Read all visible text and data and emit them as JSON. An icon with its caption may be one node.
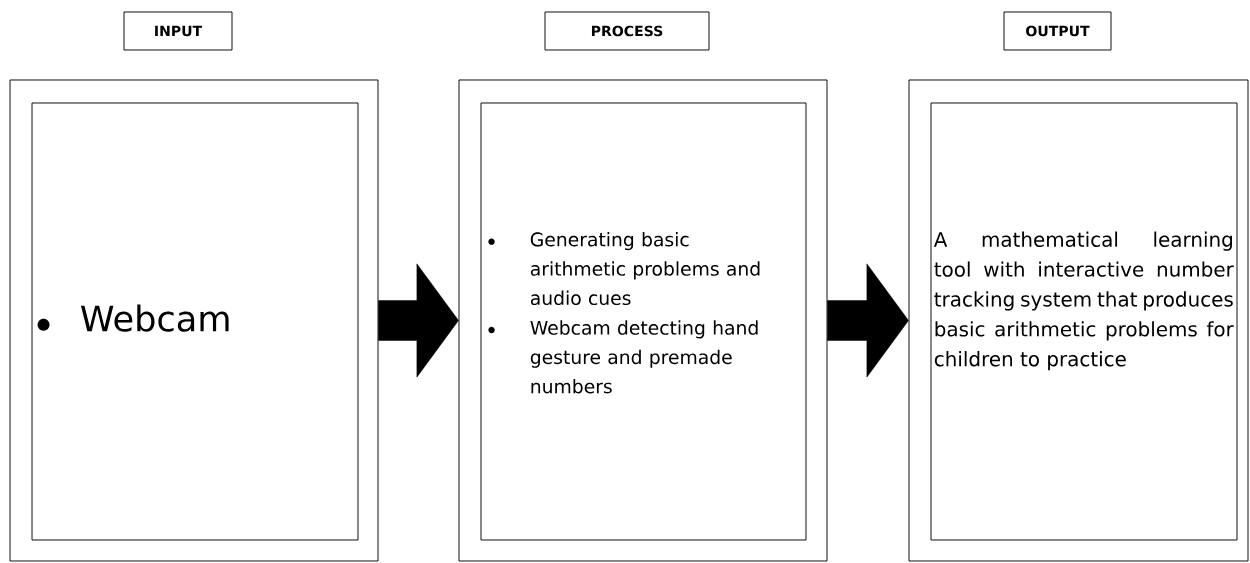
{
  "diagram": {
    "nodes": [
      {
        "text": [
          "INPUT"
        ]
      },
      {
        "text": [],
        "shape": "box"
      },
      {
        "text": [
          "Webcam"
        ],
        "in": 1
      },
      {
        "text": [
          "PROCESS"
        ]
      },
      {
        "text": [],
        "shape": "box"
      },
      {
        "text": [
          "Generating basic arithmetic problems and audio cues",
          "Webcam detecting hand gesture and premade numbers"
        ],
        "in": 4
      },
      {
        "text": [
          "OUTPUT"
        ]
      },
      {
        "text": [],
        "shape": "box"
      },
      {
        "text": [
          "A mathematical learning tool with interactive number tracking system that produces basic arithmetic problems for children to practice"
        ],
        "in": 7
      }
    ],
    "edges": [
      {
        "from": 1,
        "to": 4,
        "arrow": "to"
      },
      {
        "from": 4,
        "to": 7,
        "arrow": "to"
      }
    ]
  }
}
